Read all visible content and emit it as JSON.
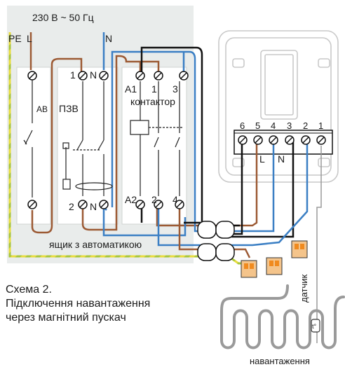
{
  "supply_label": "230 В ~ 50 Гц",
  "wire_labels": {
    "pe": "PE",
    "l": "L",
    "n": "N"
  },
  "breaker": {
    "label": "АВ"
  },
  "rcd": {
    "label": "ПЗВ",
    "top_terminals": [
      "1",
      "N"
    ],
    "bottom_terminals": [
      "2",
      "N"
    ]
  },
  "contactor": {
    "label": "контактор",
    "top_terminals": [
      "A1",
      "1",
      "3"
    ],
    "bottom_terminals": [
      "A2",
      "2",
      "4"
    ]
  },
  "box_label": "ящик з автоматикою",
  "thermostat": {
    "terminal_numbers": [
      "6",
      "5",
      "4",
      "3",
      "2",
      "1"
    ],
    "terminal_letters": [
      "L",
      "N"
    ]
  },
  "sensor": {
    "label": "датчик",
    "symbol": "t°"
  },
  "load_label": "навантаження",
  "caption": {
    "line1": "Схема 2.",
    "line2": "Підключення навантаження",
    "line3": "через магнітний пускач"
  },
  "colors": {
    "box": "#e9eceb",
    "brown": "#9c5a34",
    "blue": "#3b7fc4",
    "black": "#111111",
    "pe_green": "#a8c63a",
    "pe_yellow": "#e9dc3c",
    "heating_cable": "#9a9a9a",
    "connector_orange": "#f08a1e"
  }
}
